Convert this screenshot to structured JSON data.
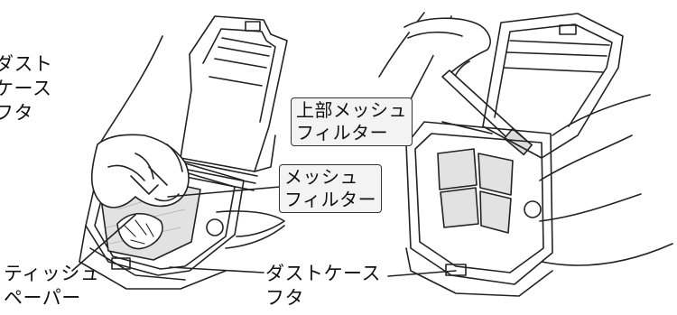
{
  "labels": {
    "dust_case_lid_top": [
      "ダスト",
      "ケース",
      "フタ"
    ],
    "upper_mesh_filter": [
      "上部メッシュ",
      "フィルター"
    ],
    "mesh_filter": [
      "メッシュ",
      "フィルター"
    ],
    "tissue_paper": [
      "ティッシュ",
      "ペーパー"
    ],
    "dust_case_lid_bottom": [
      "ダストケース",
      "フタ"
    ]
  },
  "colors": {
    "line": "#222222",
    "filter_fill": "#e2e2e2",
    "label_box_fill": "#f3f3f3"
  }
}
